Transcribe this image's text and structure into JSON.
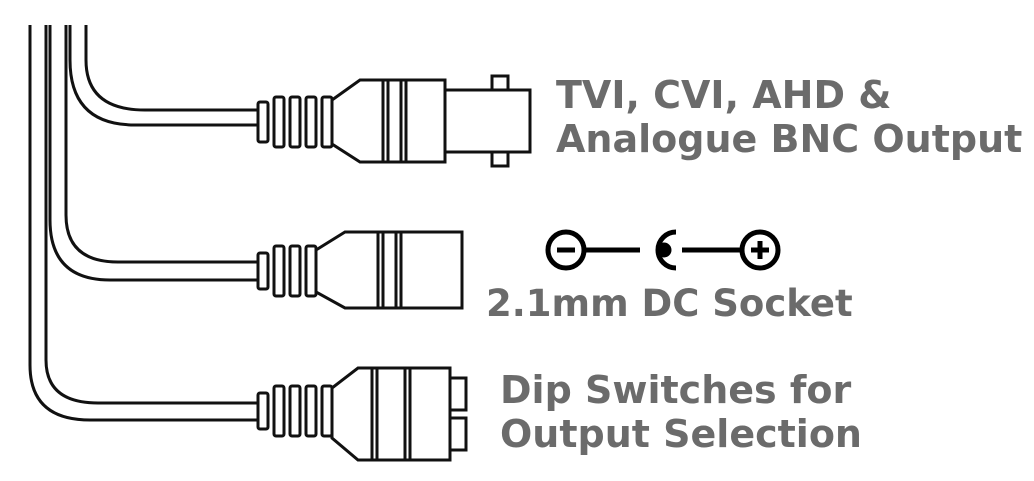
{
  "labels": {
    "bnc": {
      "line1": "TVI, CVI, AHD &",
      "line2": "Analogue BNC Output"
    },
    "dc": {
      "line1": "2.1mm DC Socket"
    },
    "dip": {
      "line1": "Dip Switches for",
      "line2": "Output Selection"
    }
  },
  "polarity_symbol": {
    "left": "−",
    "right": "+"
  },
  "colors": {
    "line": "#111111",
    "text": "#6b6b6b",
    "background": "#ffffff"
  }
}
